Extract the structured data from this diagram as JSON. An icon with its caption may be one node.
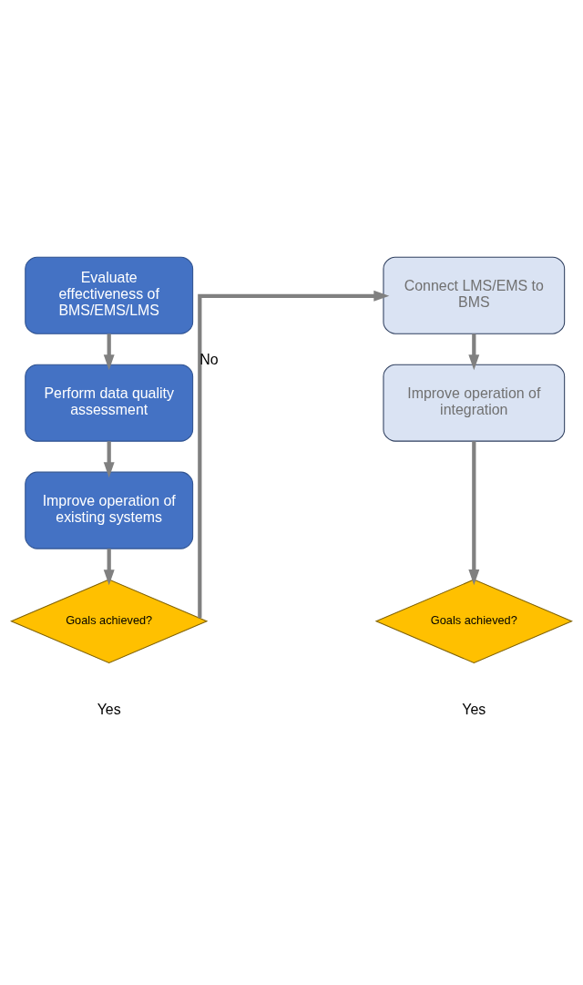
{
  "diagram": {
    "nodes": [
      {
        "text": [
          "Evaluate effectiveness of BMS/EMS/LMS"
        ]
      },
      {
        "text": [
          "Perform data quality assessment"
        ]
      },
      {
        "text": [
          "Improve operation of existing systems"
        ]
      },
      {
        "text": [
          "Goals achieved?"
        ],
        "beside": [
          "Yes"
        ]
      },
      {
        "text": [
          "Connect LMS/EMS to BMS"
        ]
      },
      {
        "text": [
          "Improve operation of integration"
        ]
      },
      {
        "text": [
          "Goals achieved?"
        ],
        "beside": [
          "Yes"
        ]
      }
    ],
    "edges": [
      {
        "from": 0,
        "to": 1,
        "arrow": "to"
      },
      {
        "from": 1,
        "to": 2,
        "arrow": "to"
      },
      {
        "from": 2,
        "to": 3,
        "arrow": "to"
      },
      {
        "from": 3,
        "to": 4,
        "arrow": "to",
        "label": "No"
      },
      {
        "from": 4,
        "to": 5,
        "arrow": "to"
      },
      {
        "from": 5,
        "to": 6,
        "arrow": "to"
      }
    ]
  }
}
